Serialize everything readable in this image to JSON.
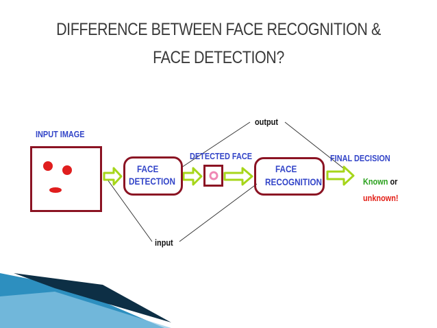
{
  "slide": {
    "title_line1": "DIFFERENCE BETWEEN FACE RECOGNITION &",
    "title_line2": "FACE DETECTION?"
  },
  "diagram": {
    "input_image_label": "INPUT IMAGE",
    "face_detection_line1": "FACE",
    "face_detection_line2": "DETECTION",
    "detected_face_label": "DETECTED FACE",
    "face_recognition_line1": "FACE",
    "face_recognition_line2": "RECOGNITION",
    "final_decision_label": "FINAL DECISION",
    "known": "Known",
    "or": "or",
    "unknown": "unknown!",
    "output_label": "output",
    "input_label": "input"
  },
  "colors": {
    "box_border": "#8b1323",
    "label_blue": "#3345c8",
    "arrow_green": "#a6d61a",
    "known_green": "#2aa11d",
    "unknown_red": "#e32119",
    "face_dot_red": "#e01e1e"
  }
}
